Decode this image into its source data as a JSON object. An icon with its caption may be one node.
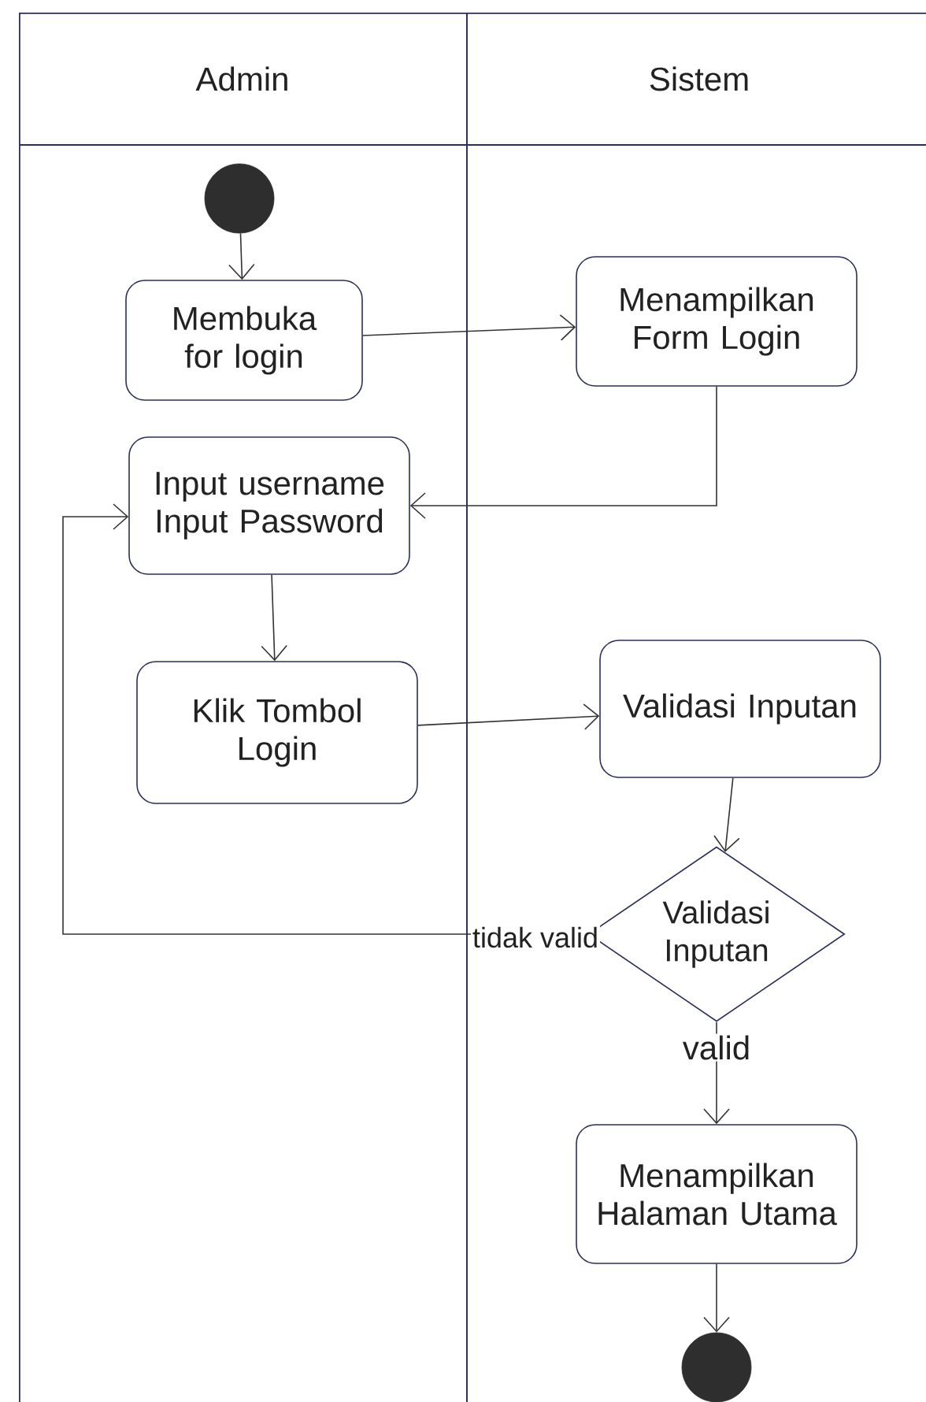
{
  "diagram": {
    "nodes": [
      {
        "text": [
          "Admin"
        ]
      },
      {
        "text": [
          "Sistem"
        ]
      },
      {
        "text": [],
        "shape": "circle",
        "in": 0
      },
      {
        "text": [
          "Membuka for login"
        ],
        "in": 0
      },
      {
        "text": [
          "Menampilkan Form Login"
        ],
        "in": 1
      },
      {
        "text": [
          "Input username Input Password"
        ],
        "in": 0
      },
      {
        "text": [
          "Klik Tombol Login"
        ],
        "in": 0
      },
      {
        "text": [
          "Validasi Inputan"
        ],
        "in": 1
      },
      {
        "text": [
          "Validasi Inputan"
        ],
        "in": 1
      },
      {
        "text": [
          "Menampilkan Halaman Utama"
        ],
        "in": 1
      },
      {
        "text": [],
        "shape": "circle",
        "in": 1
      }
    ],
    "edges": [
      {
        "from": 2,
        "to": 3,
        "arrow": "to"
      },
      {
        "from": 3,
        "to": 4,
        "arrow": "to"
      },
      {
        "from": 4,
        "to": 5,
        "arrow": "to"
      },
      {
        "from": 5,
        "to": 6,
        "arrow": "to"
      },
      {
        "from": 6,
        "to": 7,
        "arrow": "to"
      },
      {
        "from": 7,
        "to": 8,
        "arrow": "to"
      },
      {
        "from": 8,
        "to": 5,
        "arrow": "to",
        "label": "tidak valid"
      },
      {
        "from": 8,
        "to": 9,
        "arrow": "to",
        "label": "valid"
      },
      {
        "from": 9,
        "to": 10,
        "arrow": "to"
      }
    ]
  }
}
